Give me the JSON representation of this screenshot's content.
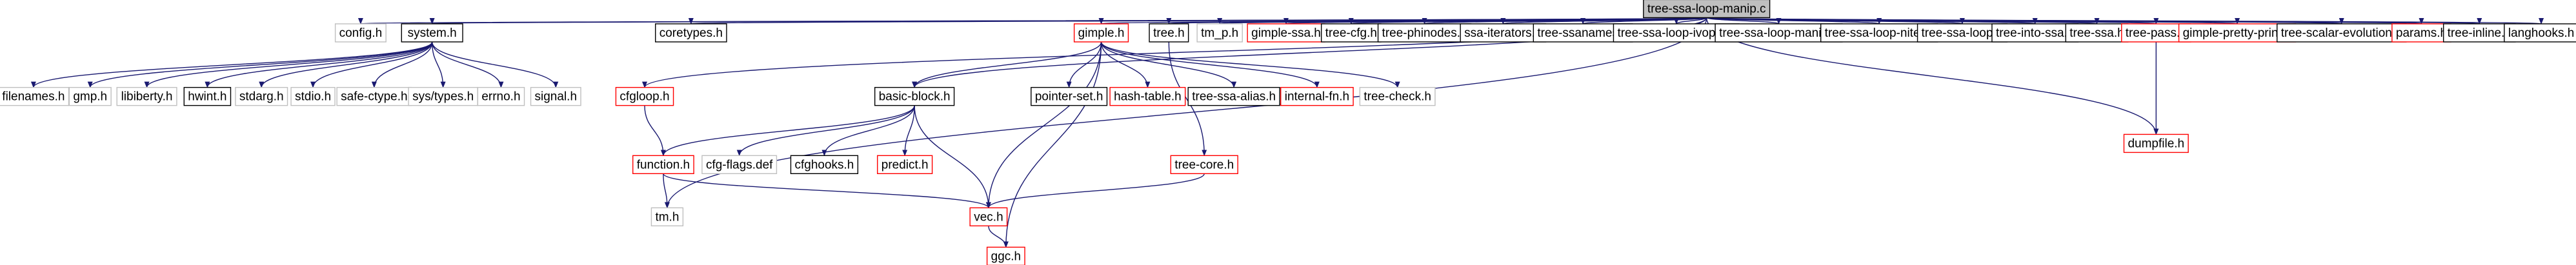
{
  "diagram": {
    "colors": {
      "edge": "#191970",
      "node_border_default": "#000000",
      "node_border_red": "#ff0000",
      "node_border_gray": "#bfbfbf",
      "root_fill": "#bfbfbf",
      "text": "#000000"
    },
    "root": "tree-ssa-loop-manip.c",
    "nodes": [
      {
        "id": "root",
        "label": "tree-ssa-loop-manip.c",
        "style": "root"
      },
      {
        "id": "config_h",
        "label": "config.h",
        "style": "gray"
      },
      {
        "id": "system_h",
        "label": "system.h",
        "style": "default"
      },
      {
        "id": "coretypes_h",
        "label": "coretypes.h",
        "style": "default"
      },
      {
        "id": "gimple_h",
        "label": "gimple.h",
        "style": "red"
      },
      {
        "id": "tree_h",
        "label": "tree.h",
        "style": "default"
      },
      {
        "id": "tm_p_h",
        "label": "tm_p.h",
        "style": "gray"
      },
      {
        "id": "gimple_ssa_h",
        "label": "gimple-ssa.h",
        "style": "red"
      },
      {
        "id": "tree_cfg_h",
        "label": "tree-cfg.h",
        "style": "default"
      },
      {
        "id": "tree_phinodes_h",
        "label": "tree-phinodes.h",
        "style": "default"
      },
      {
        "id": "ssa_iterators_h",
        "label": "ssa-iterators.h",
        "style": "default"
      },
      {
        "id": "tree_ssanames_h",
        "label": "tree-ssanames.h",
        "style": "default"
      },
      {
        "id": "tree_ssa_loop_ivopts_h",
        "label": "tree-ssa-loop-ivopts.h",
        "style": "default"
      },
      {
        "id": "tree_ssa_loop_manip_h",
        "label": "tree-ssa-loop-manip.h",
        "style": "default"
      },
      {
        "id": "tree_ssa_loop_niter_h",
        "label": "tree-ssa-loop-niter.h",
        "style": "default"
      },
      {
        "id": "tree_ssa_loop_h",
        "label": "tree-ssa-loop.h",
        "style": "default"
      },
      {
        "id": "tree_into_ssa_h",
        "label": "tree-into-ssa.h",
        "style": "default"
      },
      {
        "id": "tree_ssa_h",
        "label": "tree-ssa.h",
        "style": "default"
      },
      {
        "id": "tree_pass_h",
        "label": "tree-pass.h",
        "style": "red"
      },
      {
        "id": "gimple_pretty_print_h",
        "label": "gimple-pretty-print.h",
        "style": "red"
      },
      {
        "id": "tree_scalar_evolution_h",
        "label": "tree-scalar-evolution.h",
        "style": "default"
      },
      {
        "id": "params_h",
        "label": "params.h",
        "style": "red"
      },
      {
        "id": "tree_inline_h",
        "label": "tree-inline.h",
        "style": "default"
      },
      {
        "id": "langhooks_h",
        "label": "langhooks.h",
        "style": "default"
      },
      {
        "id": "filenames_h",
        "label": "filenames.h",
        "style": "gray"
      },
      {
        "id": "gmp_h",
        "label": "gmp.h",
        "style": "gray"
      },
      {
        "id": "libiberty_h",
        "label": "libiberty.h",
        "style": "gray"
      },
      {
        "id": "hwint_h",
        "label": "hwint.h",
        "style": "default"
      },
      {
        "id": "stdarg_h",
        "label": "stdarg.h",
        "style": "gray"
      },
      {
        "id": "stdio_h",
        "label": "stdio.h",
        "style": "gray"
      },
      {
        "id": "safe_ctype_h",
        "label": "safe-ctype.h",
        "style": "gray"
      },
      {
        "id": "sys_types_h",
        "label": "sys/types.h",
        "style": "gray"
      },
      {
        "id": "errno_h",
        "label": "errno.h",
        "style": "gray"
      },
      {
        "id": "signal_h",
        "label": "signal.h",
        "style": "gray"
      },
      {
        "id": "cfgloop_h",
        "label": "cfgloop.h",
        "style": "red"
      },
      {
        "id": "basic_block_h",
        "label": "basic-block.h",
        "style": "default"
      },
      {
        "id": "pointer_set_h",
        "label": "pointer-set.h",
        "style": "default"
      },
      {
        "id": "hash_table_h",
        "label": "hash-table.h",
        "style": "red"
      },
      {
        "id": "tree_ssa_alias_h",
        "label": "tree-ssa-alias.h",
        "style": "default"
      },
      {
        "id": "internal_fn_h",
        "label": "internal-fn.h",
        "style": "red"
      },
      {
        "id": "tree_check_h",
        "label": "tree-check.h",
        "style": "gray"
      },
      {
        "id": "dumpfile_h",
        "label": "dumpfile.h",
        "style": "red"
      },
      {
        "id": "function_h",
        "label": "function.h",
        "style": "red"
      },
      {
        "id": "cfg_flags_def",
        "label": "cfg-flags.def",
        "style": "gray"
      },
      {
        "id": "cfghooks_h",
        "label": "cfghooks.h",
        "style": "default"
      },
      {
        "id": "predict_h",
        "label": "predict.h",
        "style": "red"
      },
      {
        "id": "tree_core_h",
        "label": "tree-core.h",
        "style": "red"
      },
      {
        "id": "tm_h",
        "label": "tm.h",
        "style": "gray"
      },
      {
        "id": "vec_h",
        "label": "vec.h",
        "style": "red"
      },
      {
        "id": "ggc_h",
        "label": "ggc.h",
        "style": "red"
      }
    ],
    "edges": [
      [
        "root",
        "config_h"
      ],
      [
        "root",
        "system_h"
      ],
      [
        "root",
        "coretypes_h"
      ],
      [
        "root",
        "gimple_h"
      ],
      [
        "root",
        "tree_h"
      ],
      [
        "root",
        "tm_p_h"
      ],
      [
        "root",
        "gimple_ssa_h"
      ],
      [
        "root",
        "tree_cfg_h"
      ],
      [
        "root",
        "tree_phinodes_h"
      ],
      [
        "root",
        "ssa_iterators_h"
      ],
      [
        "root",
        "tree_ssanames_h"
      ],
      [
        "root",
        "tree_ssa_loop_ivopts_h"
      ],
      [
        "root",
        "tree_ssa_loop_manip_h"
      ],
      [
        "root",
        "tree_ssa_loop_niter_h"
      ],
      [
        "root",
        "tree_ssa_loop_h"
      ],
      [
        "root",
        "tree_into_ssa_h"
      ],
      [
        "root",
        "tree_ssa_h"
      ],
      [
        "root",
        "tree_pass_h"
      ],
      [
        "root",
        "gimple_pretty_print_h"
      ],
      [
        "root",
        "tree_scalar_evolution_h"
      ],
      [
        "root",
        "params_h"
      ],
      [
        "root",
        "tree_inline_h"
      ],
      [
        "root",
        "langhooks_h"
      ],
      [
        "root",
        "cfgloop_h"
      ],
      [
        "root",
        "dumpfile_h"
      ],
      [
        "root",
        "tm_h"
      ],
      [
        "root",
        "basic_block_h"
      ],
      [
        "system_h",
        "filenames_h"
      ],
      [
        "system_h",
        "gmp_h"
      ],
      [
        "system_h",
        "libiberty_h"
      ],
      [
        "system_h",
        "hwint_h"
      ],
      [
        "system_h",
        "stdarg_h"
      ],
      [
        "system_h",
        "stdio_h"
      ],
      [
        "system_h",
        "safe_ctype_h"
      ],
      [
        "system_h",
        "sys_types_h"
      ],
      [
        "system_h",
        "errno_h"
      ],
      [
        "system_h",
        "signal_h"
      ],
      [
        "gimple_h",
        "basic_block_h"
      ],
      [
        "gimple_h",
        "pointer_set_h"
      ],
      [
        "gimple_h",
        "hash_table_h"
      ],
      [
        "gimple_h",
        "tree_ssa_alias_h"
      ],
      [
        "gimple_h",
        "internal_fn_h"
      ],
      [
        "gimple_h",
        "tree_check_h"
      ],
      [
        "gimple_h",
        "vec_h"
      ],
      [
        "gimple_h",
        "ggc_h"
      ],
      [
        "tree_h",
        "tree_core_h"
      ],
      [
        "tree_pass_h",
        "dumpfile_h"
      ],
      [
        "cfgloop_h",
        "function_h"
      ],
      [
        "basic_block_h",
        "function_h"
      ],
      [
        "basic_block_h",
        "cfg_flags_def"
      ],
      [
        "basic_block_h",
        "cfghooks_h"
      ],
      [
        "basic_block_h",
        "predict_h"
      ],
      [
        "basic_block_h",
        "vec_h"
      ],
      [
        "function_h",
        "tm_h"
      ],
      [
        "function_h",
        "vec_h"
      ],
      [
        "tree_core_h",
        "vec_h"
      ],
      [
        "vec_h",
        "ggc_h"
      ]
    ]
  }
}
